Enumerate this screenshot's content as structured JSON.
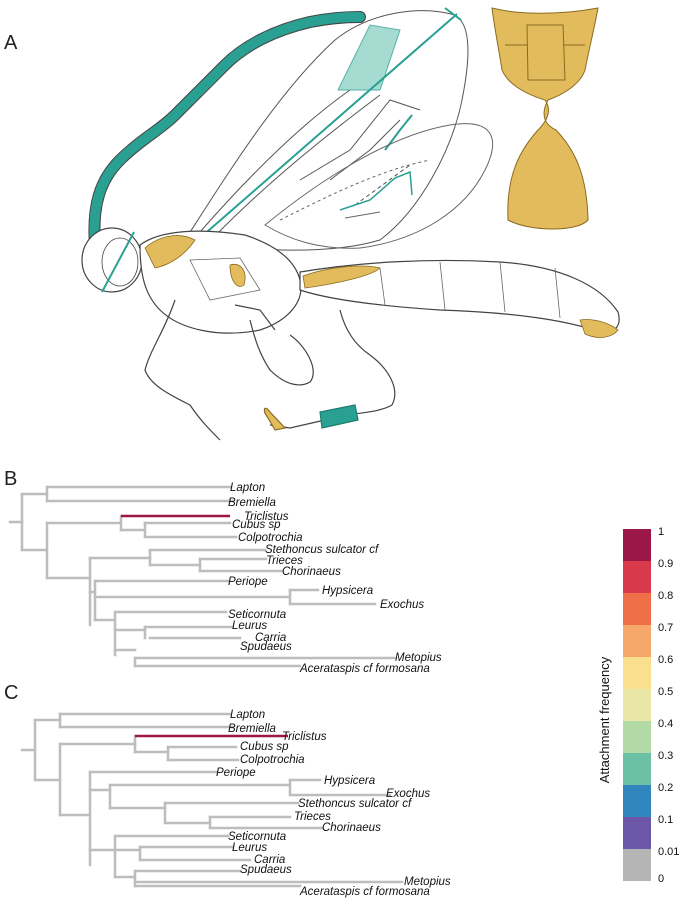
{
  "panels": {
    "a": "A",
    "b": "B",
    "c": "C"
  },
  "colors": {
    "branch": "#bdbdbd",
    "highlight": "#9a1747",
    "antenna": "#2aa092",
    "tagma": "#e2bb5d",
    "outline": "#444444"
  },
  "tree_b": {
    "taxa": [
      "Lapton",
      "Bremiella",
      "Triclistus",
      "Cubus sp",
      "Colpotrochia",
      "Stethoncus sulcator cf",
      "Trieces",
      "Chorinaeus",
      "Periope",
      "Hypsicera",
      "Exochus",
      "Seticornuta",
      "Leurus",
      "Carria",
      "Spudaeus",
      "Metopius",
      "Acerataspis cf formosana"
    ]
  },
  "tree_c": {
    "taxa": [
      "Lapton",
      "Bremiella",
      "Triclistus",
      "Cubus sp",
      "Colpotrochia",
      "Periope",
      "Hypsicera",
      "Exochus",
      "Stethoncus sulcator cf",
      "Trieces",
      "Chorinaeus",
      "Seticornuta",
      "Leurus",
      "Carria",
      "Spudaeus",
      "Metopius",
      "Acerataspis cf formosana"
    ]
  },
  "legend": {
    "title": "Attachment frequency",
    "ticks": [
      "1",
      "0.9",
      "0.8",
      "0.7",
      "0.6",
      "0.5",
      "0.4",
      "0.3",
      "0.2",
      "0.1",
      "0.01",
      "0"
    ],
    "colors": [
      "#9a1747",
      "#d8394b",
      "#ee6f47",
      "#f5a869",
      "#fadf8c",
      "#e9e7a5",
      "#b3d9a6",
      "#6cc1a5",
      "#3286bf",
      "#6b56a8",
      "#b5b5b5"
    ]
  }
}
